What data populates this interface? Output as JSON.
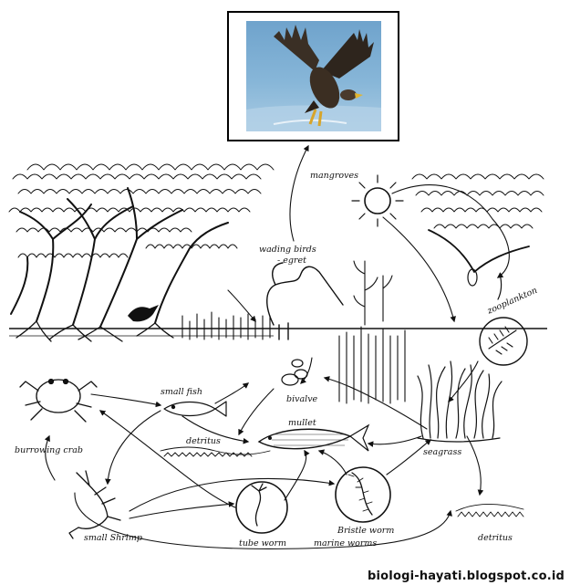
{
  "labels": {
    "mangroves": "mangroves",
    "wading_birds": "wading birds",
    "egret": "- egret",
    "zooplankton": "zooplankton",
    "small_fish": "small fish",
    "bivalve": "bivalve",
    "detritus_center": "detritus",
    "mullet": "mullet",
    "seagrass": "seagrass",
    "burrowing_crab": "burrowing crab",
    "small_shrimp": "small Shrimp",
    "bristle_worm": "Bristle worm",
    "tube_worm": "tube worm",
    "marine_worms": "marine worms",
    "detritus_right": "detritus"
  },
  "watermark": "biologi-hayati.blogspot.co.id"
}
